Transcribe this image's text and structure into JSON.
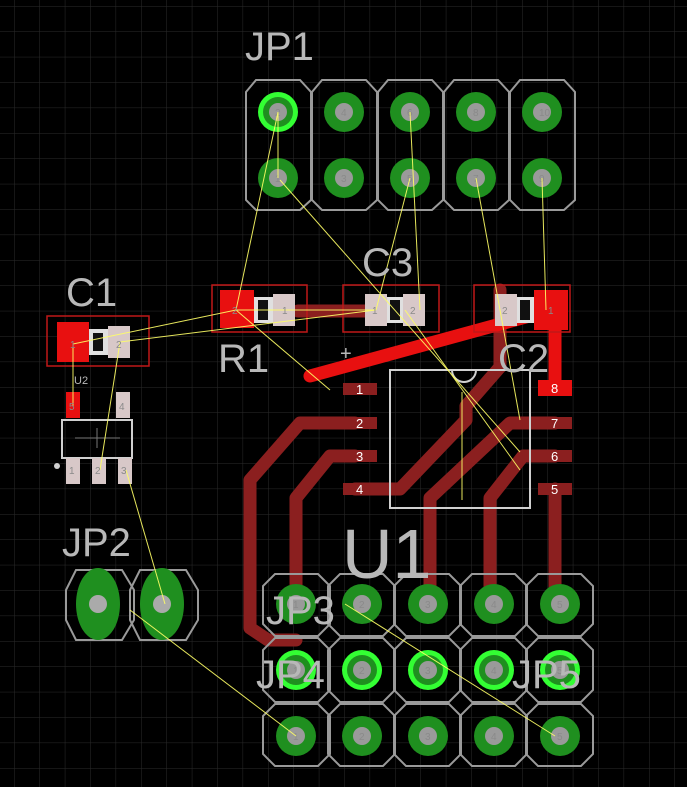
{
  "app": {
    "title": ""
  },
  "colors": {
    "background": "#000000",
    "grid": "#2b2b2b",
    "bottom_copper": "#8b1f1f",
    "top_copper": "#e81010",
    "pad_green": "#1f8f1f",
    "pad_outline": "#9a9a9a",
    "airwire": "#ffff66",
    "silk": "#b8b8b8"
  },
  "components": {
    "jp1": {
      "name": "JP1",
      "pins": [
        "2",
        "4",
        "6",
        "8",
        "10",
        "1",
        "3",
        "5",
        "7",
        "9"
      ]
    },
    "jp2": {
      "name": "JP2",
      "pins": [
        "1",
        "2"
      ]
    },
    "jp3": {
      "name": "JP3"
    },
    "jp4": {
      "name": "JP4"
    },
    "jp5": {
      "name": "JP5"
    },
    "c1": {
      "name": "C1",
      "pins": [
        "1",
        "2"
      ]
    },
    "c2": {
      "name": "C2",
      "pins": [
        "2",
        "1"
      ]
    },
    "c3": {
      "name": "C3",
      "pins": [
        "1",
        "2"
      ]
    },
    "r1": {
      "name": "R1",
      "pins": [
        "2",
        "1"
      ]
    },
    "u1": {
      "name": "U1",
      "pins_left": [
        "1",
        "2",
        "3",
        "4"
      ],
      "pins_right": [
        "8",
        "7",
        "6",
        "5"
      ],
      "marker": "+"
    },
    "u2": {
      "name": "U2",
      "pins": [
        "5",
        "4",
        "1",
        "2",
        "3"
      ]
    },
    "header_row1": [
      "1",
      "2",
      "3",
      "4",
      "5"
    ],
    "header_row2": [
      "1",
      "2",
      "3",
      "4",
      "5"
    ],
    "header_row3": [
      "1",
      "2",
      "3",
      "4",
      "5"
    ]
  }
}
